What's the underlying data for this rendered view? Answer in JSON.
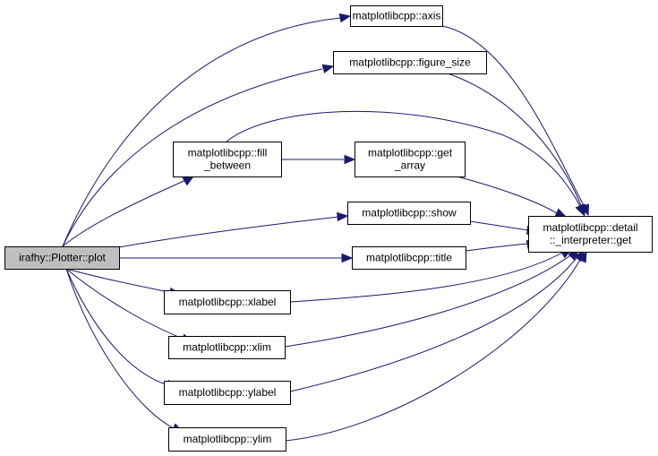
{
  "diagram": {
    "type": "call-graph",
    "nodes": [
      {
        "id": "plot",
        "lines": [
          "irafhy::Plotter::plot"
        ],
        "root": true
      },
      {
        "id": "axis",
        "lines": [
          "matplotlibcpp::axis"
        ]
      },
      {
        "id": "figure_size",
        "lines": [
          "matplotlibcpp::figure_size"
        ]
      },
      {
        "id": "fill_between",
        "lines": [
          "matplotlibcpp::fill",
          "_between"
        ]
      },
      {
        "id": "get_array",
        "lines": [
          "matplotlibcpp::get",
          "_array"
        ]
      },
      {
        "id": "show",
        "lines": [
          "matplotlibcpp::show"
        ]
      },
      {
        "id": "title",
        "lines": [
          "matplotlibcpp::title"
        ]
      },
      {
        "id": "xlabel",
        "lines": [
          "matplotlibcpp::xlabel"
        ]
      },
      {
        "id": "xlim",
        "lines": [
          "matplotlibcpp::xlim"
        ]
      },
      {
        "id": "ylabel",
        "lines": [
          "matplotlibcpp::ylabel"
        ]
      },
      {
        "id": "ylim",
        "lines": [
          "matplotlibcpp::ylim"
        ]
      },
      {
        "id": "interpreter_get",
        "lines": [
          "matplotlibcpp::detail",
          "::_interpreter::get"
        ]
      }
    ],
    "edges": [
      {
        "from": "plot",
        "to": "axis"
      },
      {
        "from": "plot",
        "to": "figure_size"
      },
      {
        "from": "plot",
        "to": "fill_between"
      },
      {
        "from": "plot",
        "to": "show"
      },
      {
        "from": "plot",
        "to": "title"
      },
      {
        "from": "plot",
        "to": "xlabel"
      },
      {
        "from": "plot",
        "to": "xlim"
      },
      {
        "from": "plot",
        "to": "ylabel"
      },
      {
        "from": "plot",
        "to": "ylim"
      },
      {
        "from": "axis",
        "to": "interpreter_get"
      },
      {
        "from": "figure_size",
        "to": "interpreter_get"
      },
      {
        "from": "fill_between",
        "to": "get_array"
      },
      {
        "from": "fill_between",
        "to": "interpreter_get"
      },
      {
        "from": "get_array",
        "to": "interpreter_get"
      },
      {
        "from": "show",
        "to": "interpreter_get"
      },
      {
        "from": "title",
        "to": "interpreter_get"
      },
      {
        "from": "xlabel",
        "to": "interpreter_get"
      },
      {
        "from": "xlim",
        "to": "interpreter_get"
      },
      {
        "from": "ylabel",
        "to": "interpreter_get"
      },
      {
        "from": "ylim",
        "to": "interpreter_get"
      }
    ],
    "colors": {
      "edge": "#191970",
      "root_fill": "#bfbfbf",
      "node_fill": "#ffffff",
      "node_border": "#000000"
    }
  }
}
